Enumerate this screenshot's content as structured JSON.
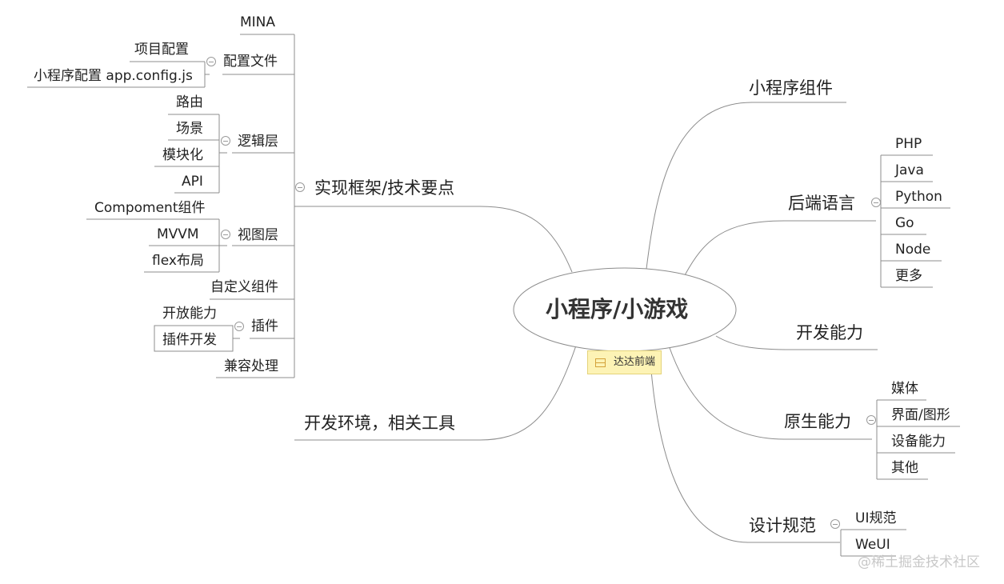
{
  "center": "小程序/小游戏",
  "tag": "达达前端",
  "watermark": "@稀土掘金技术社区",
  "left": {
    "impl": {
      "label": "实现框架/技术要点",
      "mina": "MINA",
      "config": {
        "label": "配置文件",
        "project": "项目配置",
        "app": "小程序配置 app.config.js"
      },
      "logic": {
        "label": "逻辑层",
        "items": [
          "路由",
          "场景",
          "模块化",
          "API"
        ]
      },
      "view": {
        "label": "视图层",
        "items": [
          "Compoment组件",
          "MVVM",
          "flex布局"
        ]
      },
      "custom": "自定义组件",
      "plugin": {
        "label": "插件",
        "items": [
          "开放能力",
          "插件开发"
        ]
      },
      "compat": "兼容处理"
    },
    "env": "开发环境，相关工具"
  },
  "right": {
    "components": "小程序组件",
    "backend": {
      "label": "后端语言",
      "items": [
        "PHP",
        "Java",
        "Python",
        "Go",
        "Node",
        "更多"
      ]
    },
    "devability": "开发能力",
    "native": {
      "label": "原生能力",
      "items": [
        "媒体",
        "界面/图形",
        "设备能力",
        "其他"
      ]
    },
    "design": {
      "label": "设计规范",
      "items": [
        "UI规范",
        "WeUI"
      ]
    }
  }
}
